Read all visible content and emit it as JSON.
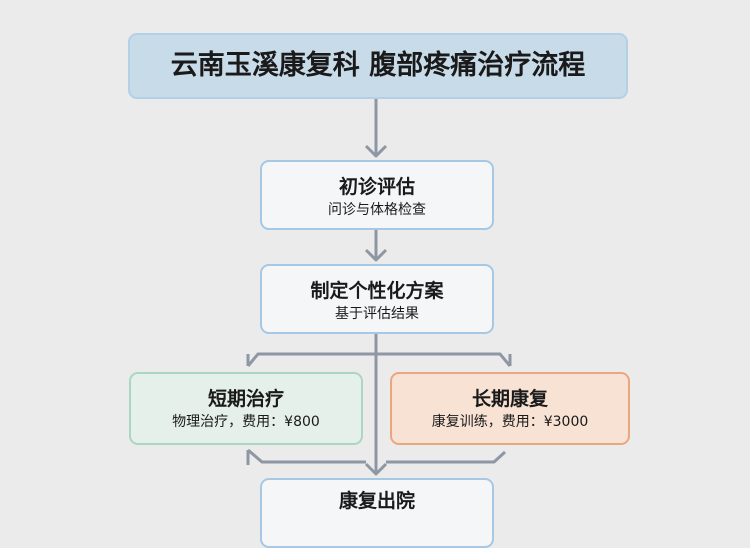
{
  "title": "云南玉溪康复科 腹部疼痛治疗流程",
  "nodes": [
    {
      "title": "初诊评估",
      "subtitle": "问诊与体格检查"
    },
    {
      "title": "制定个性化方案",
      "subtitle": "基于评估结果"
    },
    {
      "title": "短期治疗",
      "subtitle": "物理治疗，费用：¥800"
    },
    {
      "title": "长期康复",
      "subtitle": "康复训练，费用：¥3000"
    },
    {
      "title": "康复出院"
    }
  ],
  "colors": {
    "arrow": "#8e97a3",
    "short_border": "#abd6c3",
    "long_border": "#eca67f",
    "blue_border": "#a6c8e4"
  }
}
